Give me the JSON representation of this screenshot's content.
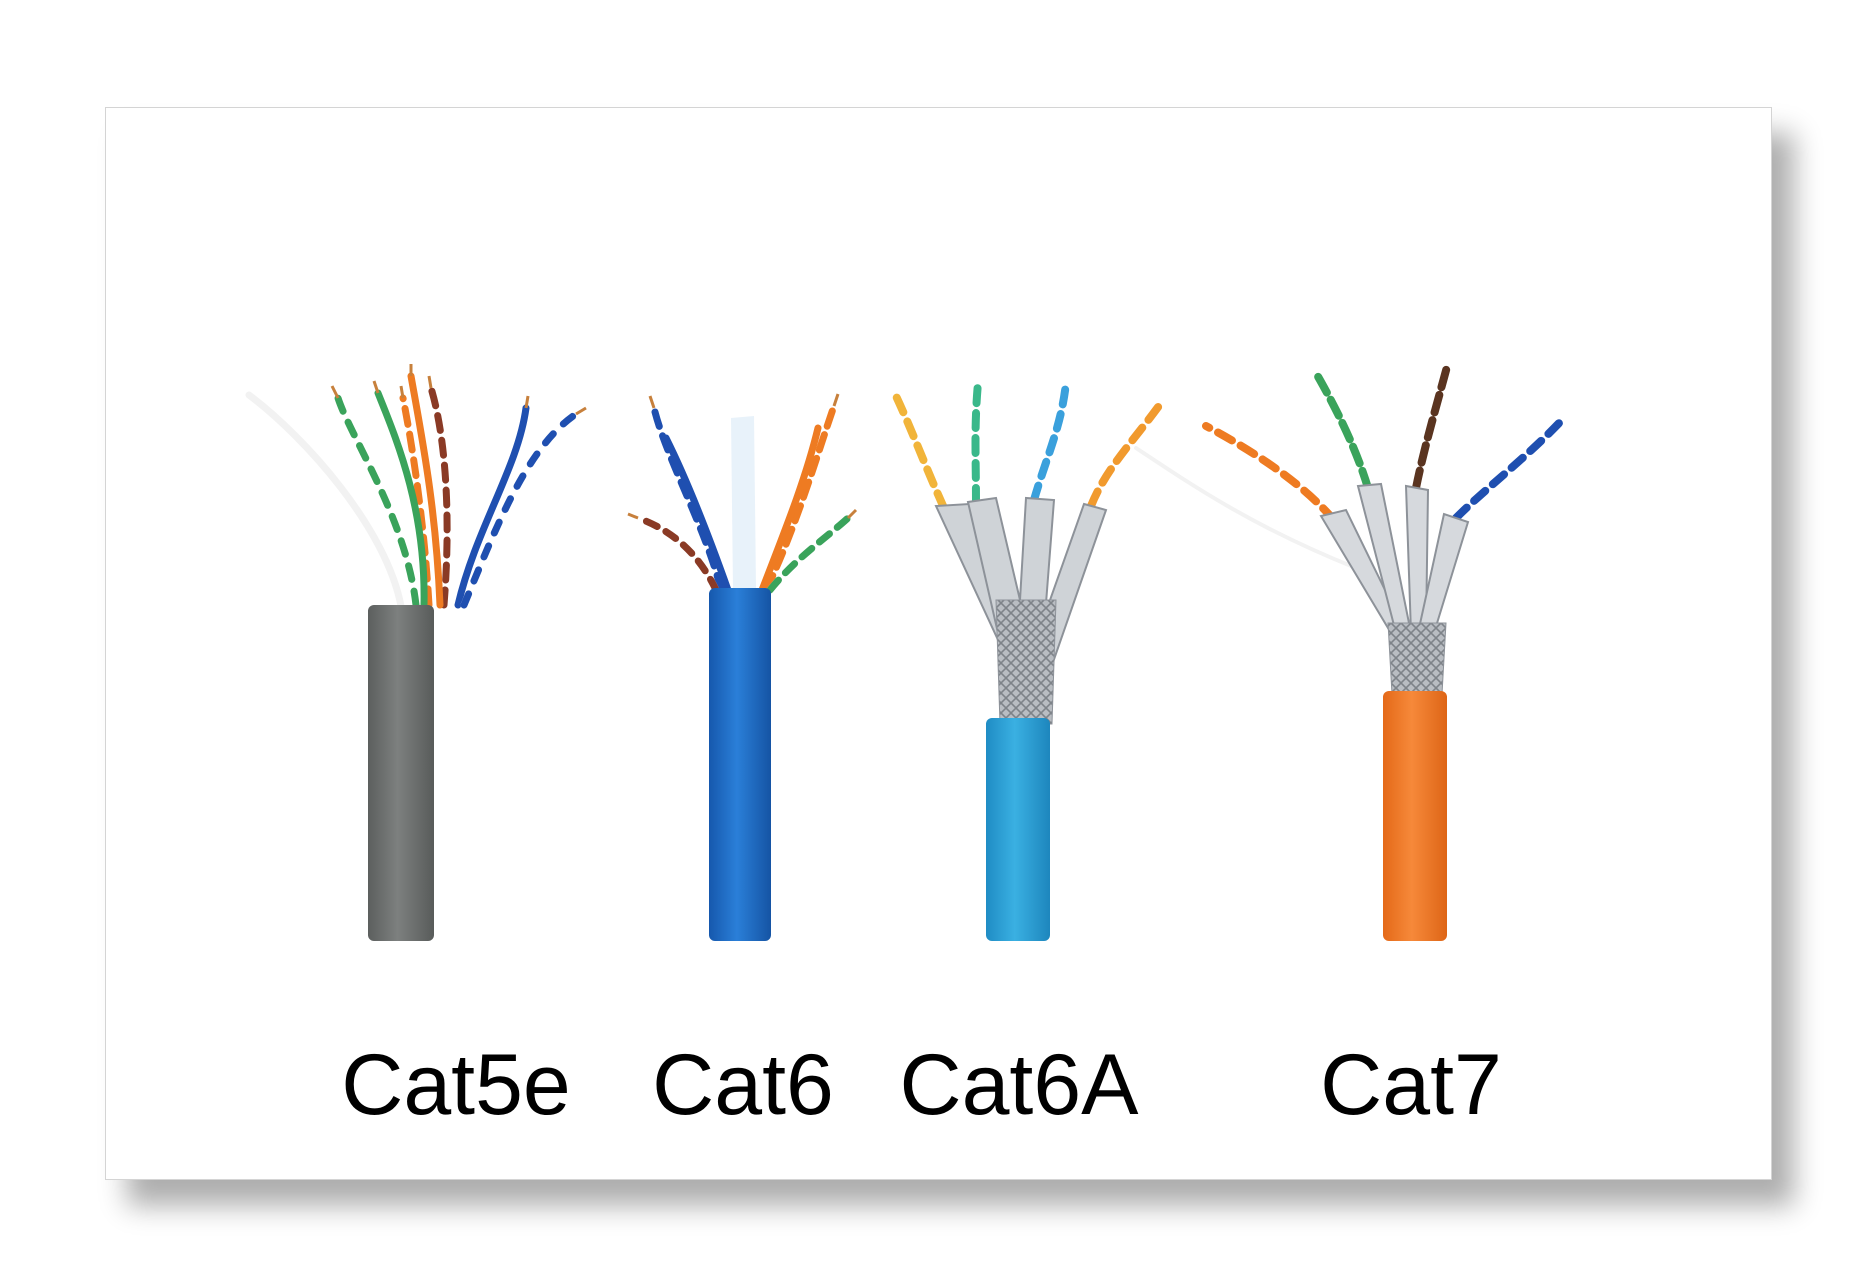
{
  "labels": {
    "cat5e": "Cat5e",
    "cat6": "Cat6",
    "cat6a": "Cat6A",
    "cat7": "Cat7"
  },
  "colors": {
    "cat5e_jacket": "#6e7170",
    "cat6_jacket": "#1e6cc4",
    "cat6a_jacket": "#2a9ed4",
    "cat7_jacket": "#f07a26",
    "foil": "#c9ccd0",
    "wire_green": "#3aa35b",
    "wire_orange": "#ee7b22",
    "wire_brown": "#8a3a25",
    "wire_blue": "#1f4fb0"
  },
  "icons": [
    "cable-photo"
  ]
}
